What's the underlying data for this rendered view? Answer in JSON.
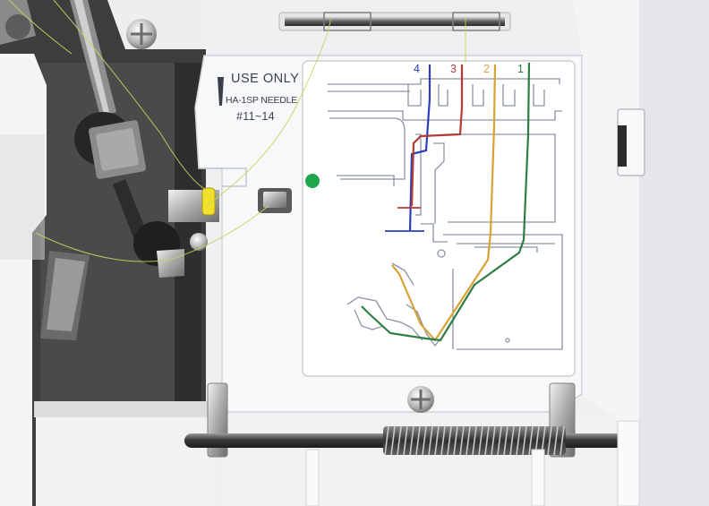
{
  "panel": {
    "notice_line1": "USE ONLY",
    "notice_line2": "HA-1SP NEEDLE",
    "notice_line3": "#11~14"
  },
  "threading_diagram": {
    "thread_numbers": [
      "4",
      "3",
      "2",
      "1"
    ],
    "colors": {
      "thread_4": "#2b3fb8",
      "thread_3": "#b53a36",
      "thread_2": "#d9a233",
      "thread_1": "#2e7d45",
      "guide_dot": "#1fa64a"
    }
  }
}
